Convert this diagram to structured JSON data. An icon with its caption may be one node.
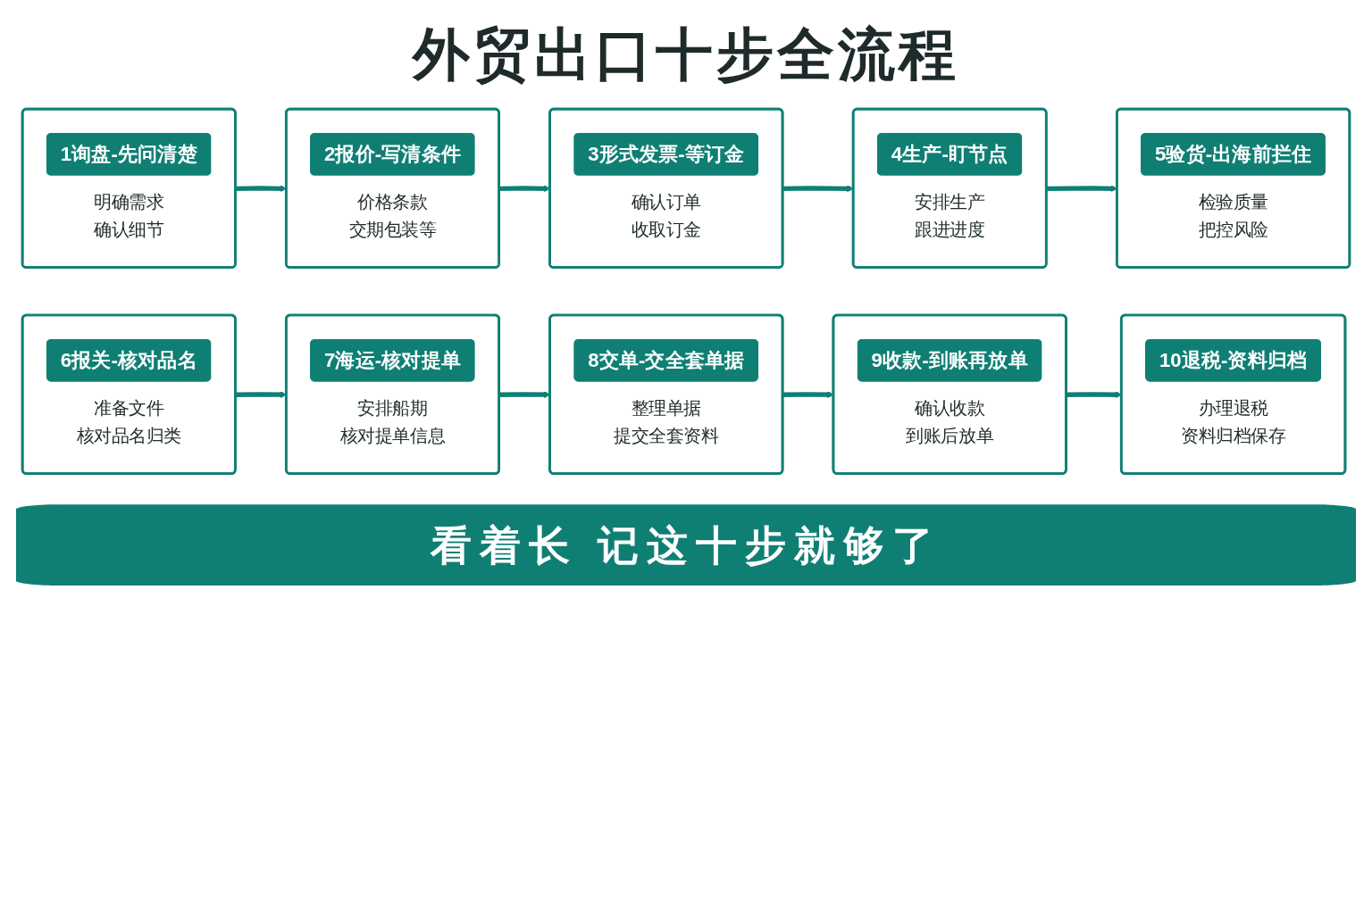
{
  "diagram": {
    "title": "外贸出口十步全流程",
    "nodes": [
      {
        "text": [
          "1询盘-先问清楚",
          "明确需求",
          "确认细节"
        ]
      },
      {
        "text": [
          "2报价-写清条件",
          "价格条款",
          "交期包装等"
        ]
      },
      {
        "text": [
          "3形式发票-等订金",
          "确认订单",
          "收取订金"
        ]
      },
      {
        "text": [
          "4生产-盯节点",
          "安排生产",
          "跟进进度"
        ]
      },
      {
        "text": [
          "5验货-出海前拦住",
          "检验质量",
          "把控风险"
        ]
      },
      {
        "text": [
          "6报关-核对品名",
          "准备文件",
          "核对品名归类"
        ]
      },
      {
        "text": [
          "7海运-核对提单",
          "安排船期",
          "核对提单信息"
        ]
      },
      {
        "text": [
          "8交单-交全套单据",
          "整理单据",
          "提交全套资料"
        ]
      },
      {
        "text": [
          "9收款-到账再放单",
          "确认收款",
          "到账后放单"
        ]
      },
      {
        "text": [
          "10退税-资料归档",
          "办理退税",
          "资料归档保存"
        ]
      },
      {
        "text": [
          "看着长 记这十步就够了"
        ]
      }
    ],
    "edges": [
      {
        "from": 0,
        "to": 1,
        "arrow": "to"
      },
      {
        "from": 1,
        "to": 2,
        "arrow": "to"
      },
      {
        "from": 2,
        "to": 3,
        "arrow": "to"
      },
      {
        "from": 3,
        "to": 4,
        "arrow": "to"
      },
      {
        "from": 5,
        "to": 6,
        "arrow": "to"
      },
      {
        "from": 6,
        "to": 7,
        "arrow": "to"
      },
      {
        "from": 7,
        "to": 8,
        "arrow": "to"
      },
      {
        "from": 8,
        "to": 9,
        "arrow": "to"
      }
    ]
  }
}
